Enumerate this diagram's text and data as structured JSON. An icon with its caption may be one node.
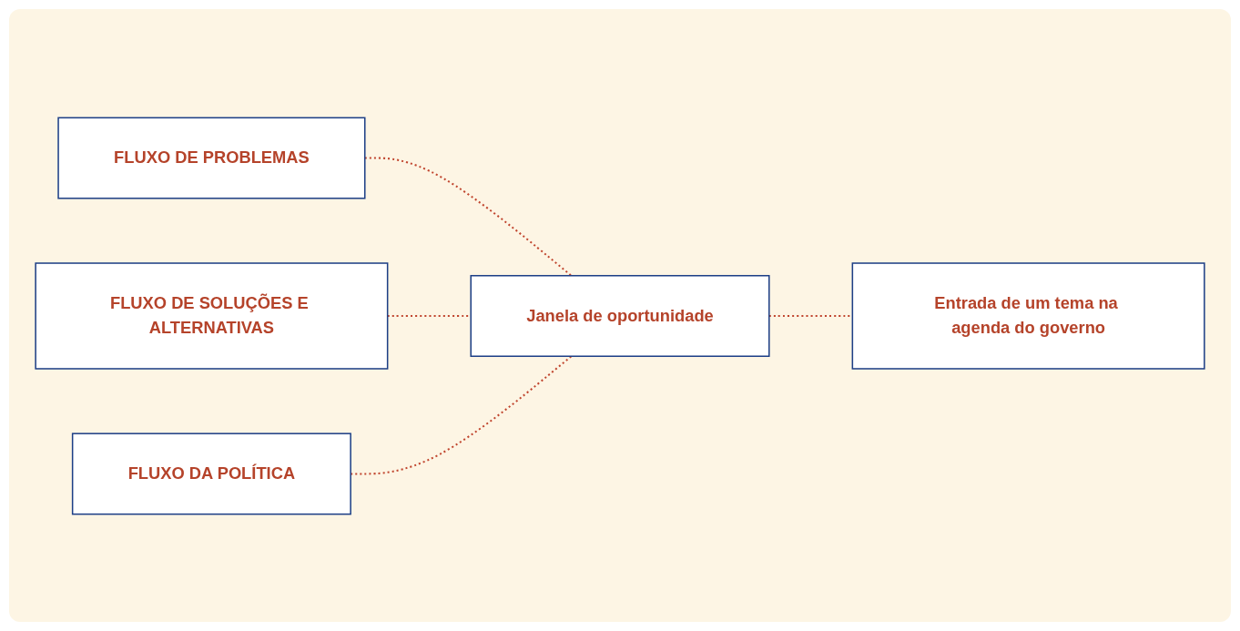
{
  "diagram": {
    "nodes": [
      {
        "text": [
          "FLUXO DE PROBLEMAS"
        ]
      },
      {
        "text": [
          "FLUXO DE SOLUÇÕES E ALTERNATIVAS"
        ]
      },
      {
        "text": [
          "FLUXO DA POLÍTICA"
        ]
      },
      {
        "text": [
          "Janela de oportunidade"
        ]
      },
      {
        "text": [
          "Entrada de um tema na agenda do governo"
        ]
      }
    ],
    "edges": [
      {
        "from": 0,
        "to": 3,
        "arrow": "none",
        "style": "dashed"
      },
      {
        "from": 1,
        "to": 3,
        "arrow": "none",
        "style": "dashed"
      },
      {
        "from": 2,
        "to": 3,
        "arrow": "none",
        "style": "dashed"
      },
      {
        "from": 3,
        "to": 4,
        "arrow": "none",
        "style": "dashed"
      }
    ]
  }
}
